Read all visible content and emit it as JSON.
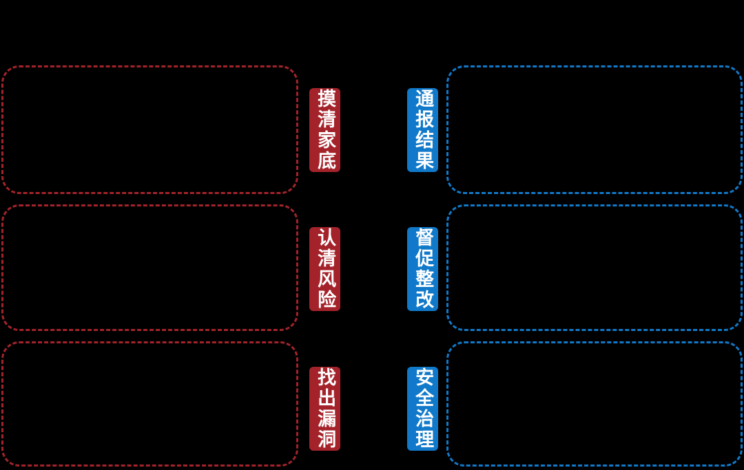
{
  "diagram": {
    "title": "",
    "background_color": "#000000",
    "colors": {
      "red": "#A4232B",
      "blue": "#1179C9",
      "label_text": "#FFFFFF"
    },
    "columns": [
      {
        "id": "left",
        "accent": "#A4232B",
        "border_style": "dashed"
      },
      {
        "id": "right",
        "accent": "#1179C9",
        "border_style": "dashed"
      }
    ],
    "rows": [
      {
        "id": "row-1",
        "left_label": "摸清家底",
        "right_label": "通报结果",
        "left_panel_text": "",
        "right_panel_text": ""
      },
      {
        "id": "row-2",
        "left_label": "认清风险",
        "right_label": "督促整改",
        "left_panel_text": "",
        "right_panel_text": ""
      },
      {
        "id": "row-3",
        "left_label": "找出漏洞",
        "right_label": "安全治理",
        "left_panel_text": "",
        "right_panel_text": ""
      }
    ]
  }
}
